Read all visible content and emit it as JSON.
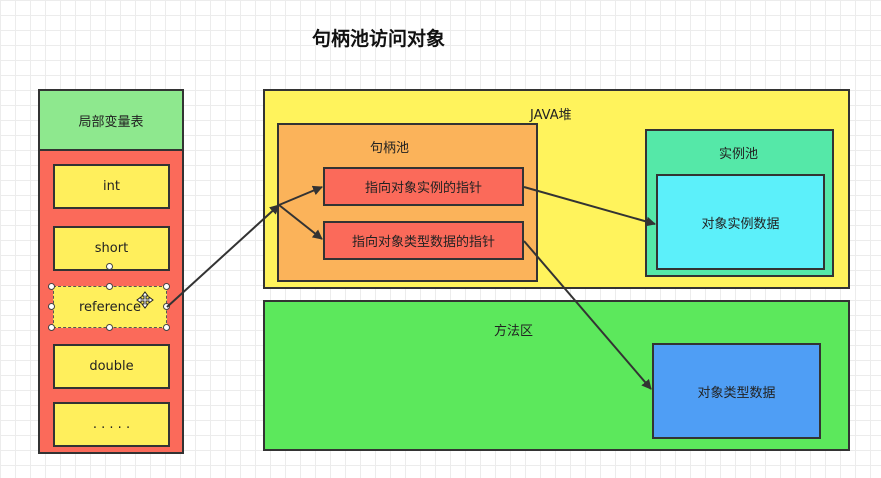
{
  "title": "句柄池访问对象",
  "stack": {
    "header": "局部变量表",
    "slots": [
      "int",
      "short",
      "reference",
      "double",
      ". . . . ."
    ]
  },
  "heap": {
    "label": "JAVA堆",
    "handle_pool": {
      "label": "句柄池",
      "pointer_instance": "指向对象实例的指针",
      "pointer_type": "指向对象类型数据的指针"
    },
    "instance_pool": {
      "label": "实例池",
      "data": "对象实例数据"
    }
  },
  "method_area": {
    "label": "方法区",
    "type_data": "对象类型数据"
  },
  "colors": {
    "stack_header": "#8ee88e",
    "stack_body": "#fb6a5a",
    "slot": "#ffef5c",
    "heap": "#fff35c",
    "handle_pool": "#fbb35a",
    "pointer": "#fb6a5a",
    "instance_pool": "#55e8a8",
    "instance_data": "#5cf0fa",
    "method_area": "#5ce85c",
    "type_data": "#4f9ef5"
  }
}
